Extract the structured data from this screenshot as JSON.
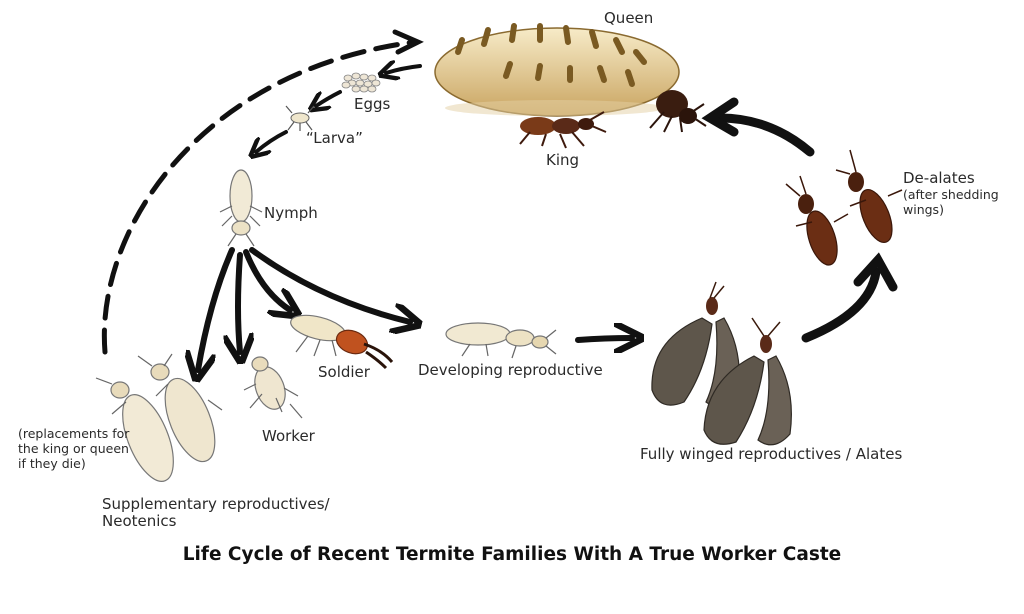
{
  "title": "Life Cycle of Recent Termite Families With A True Worker Caste",
  "labels": {
    "queen": "Queen",
    "eggs": "Eggs",
    "larva": "“Larva”",
    "king": "King",
    "nymph": "Nymph",
    "dealates": "De-alates",
    "dealates_note_1": "(after shedding",
    "dealates_note_2": "wings)",
    "soldier": "Soldier",
    "developing": "Developing reproductive",
    "worker": "Worker",
    "replacements_1": "(replacements for",
    "replacements_2": "the king or queen",
    "replacements_3": "if they die)",
    "supplementary_1": "Supplementary reproductives/",
    "supplementary_2": "Neotenics",
    "alates": "Fully winged reproductives / Alates"
  },
  "colors": {
    "arrow": "#111111",
    "queen_body": "#e6cd93",
    "queen_band": "#7a5a22",
    "pale_termite": "#efe6cc",
    "dark_termite": "#5a2a18",
    "wing": "#5e564b"
  }
}
